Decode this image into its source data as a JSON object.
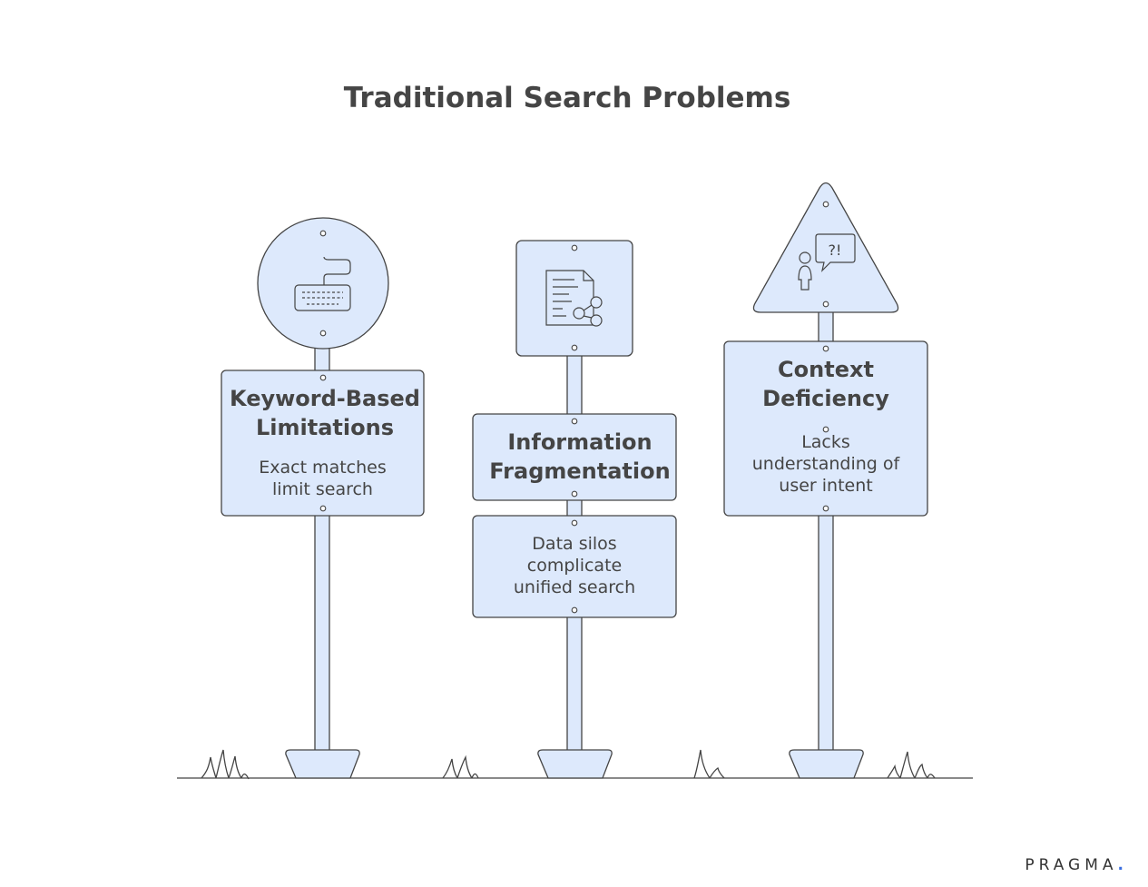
{
  "title": "Traditional Search Problems",
  "signs": [
    {
      "title_line1": "Keyword-Based",
      "title_line2": "Limitations",
      "body_line1": "Exact matches",
      "body_line2": "limit search",
      "icon": "keyboard-icon"
    },
    {
      "title_line1": "Information",
      "title_line2": "Fragmentation",
      "body_line1": "Data silos",
      "body_line2": "complicate",
      "body_line3": "unified search",
      "icon": "document-share-icon"
    },
    {
      "title_line1": "Context",
      "title_line2": "Deficiency",
      "body_line1": "Lacks",
      "body_line2": "understanding of",
      "body_line3": "user intent",
      "icon": "person-question-icon",
      "icon_text": "?!"
    }
  ],
  "brand": {
    "name": "PRAGMA",
    "dot": "."
  },
  "colors": {
    "fill": "#dde9fc",
    "stroke": "#444444",
    "text": "#454545",
    "brand_dot": "#3b6fe0"
  }
}
